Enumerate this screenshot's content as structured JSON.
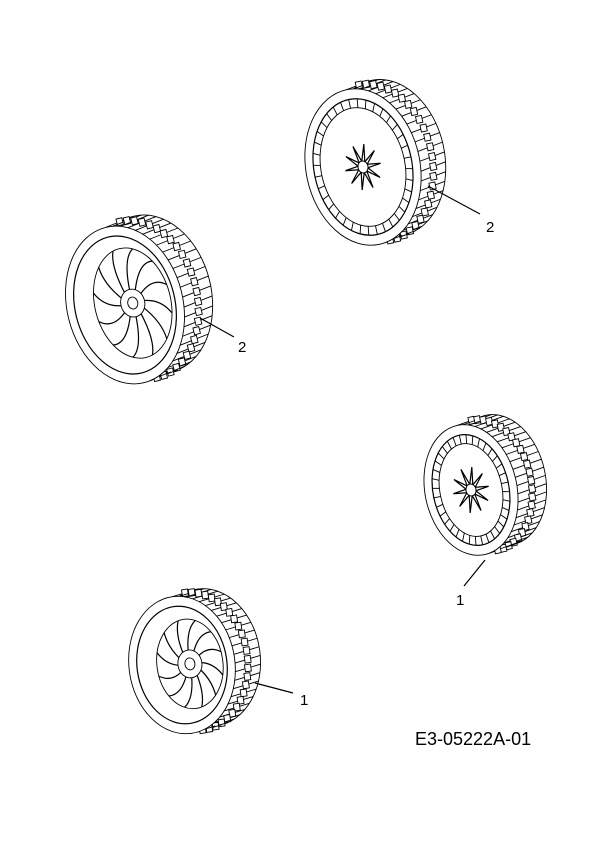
{
  "diagram": {
    "drawing_code": "E3-05222A-01",
    "callouts": [
      {
        "id": "wheel-top-right",
        "label": "2"
      },
      {
        "id": "wheel-top-left",
        "label": "2"
      },
      {
        "id": "wheel-mid-right",
        "label": "1"
      },
      {
        "id": "wheel-bottom-left",
        "label": "1"
      }
    ]
  }
}
